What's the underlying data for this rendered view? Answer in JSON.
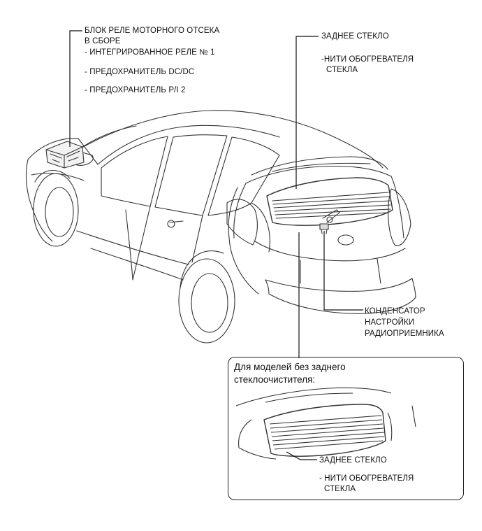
{
  "relay_block": {
    "title_line1": "БЛОК РЕЛЕ МОТОРНОГО ОТСЕКА",
    "title_line2": "В СБОРЕ",
    "items": [
      "- ИНТЕГРИРОВАННОЕ РЕЛЕ № 1",
      "- ПРЕДОХРАНИТЕЛЬ DC/DC",
      "- ПРЕДОХРАНИТЕЛЬ P/I 2"
    ]
  },
  "rear_glass": {
    "title": "ЗАДНЕЕ СТЕКЛО",
    "sub_line1": "-НИТИ ОБОГРЕВАТЕЛЯ",
    "sub_line2": "СТЕКЛА"
  },
  "condenser": {
    "line1": "КОНДЕНСАТОР",
    "line2": "НАСТРОЙКИ",
    "line3": "РАДИОПРИЕМНИКА"
  },
  "inset": {
    "title_line1": "Для моделей без заднего",
    "title_line2": "стеклоочистителя:",
    "glass_title": "ЗАДНЕЕ СТЕКЛО",
    "sub_line1": "- НИТИ ОБОГРЕВАТЕЛЯ",
    "sub_line2": "СТЕКЛА"
  }
}
